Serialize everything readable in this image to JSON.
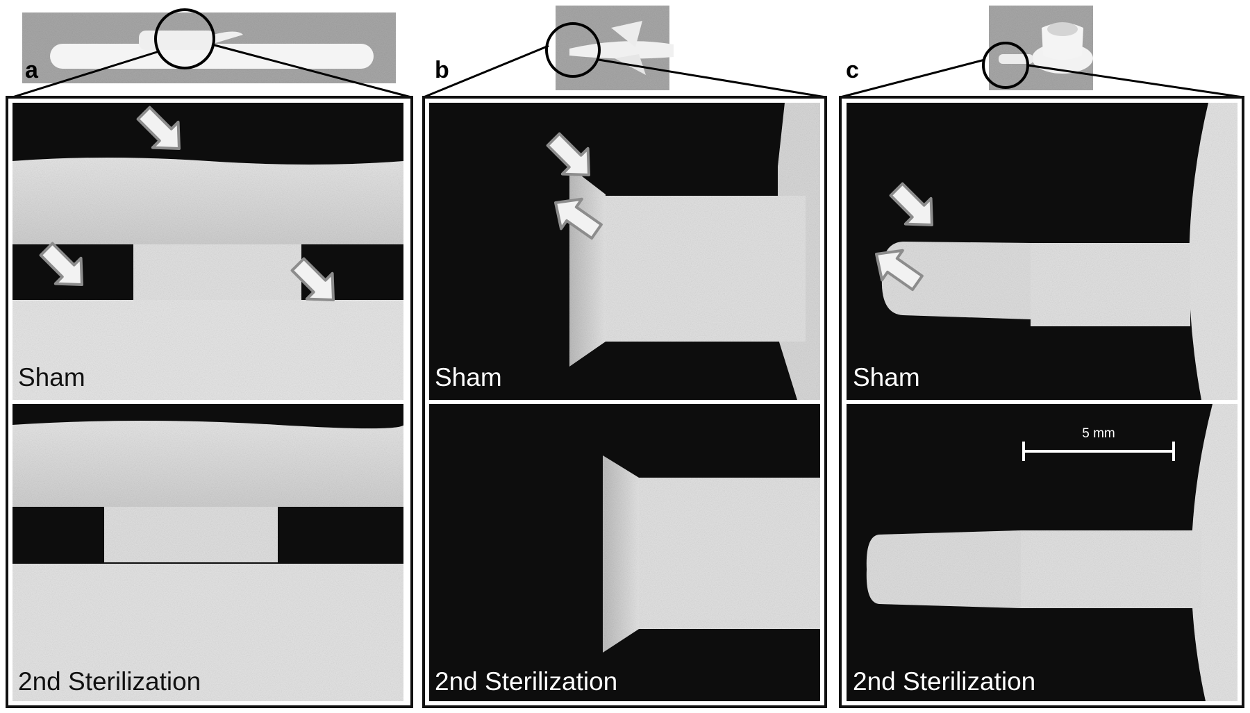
{
  "figure": {
    "panels": [
      {
        "label": "a",
        "top_caption": "Sham",
        "bottom_caption": "2nd Sterilization"
      },
      {
        "label": "b",
        "top_caption": "Sham",
        "bottom_caption": "2nd Sterilization"
      },
      {
        "label": "c",
        "top_caption": "Sham",
        "bottom_caption": "2nd Sterilization"
      }
    ],
    "scale_bar": {
      "label": "5 mm"
    },
    "colors": {
      "background": "#ffffff",
      "frame": "#111111",
      "arrow_fill": "#f2f2f2",
      "arrow_stroke": "#8c8c8c",
      "dark_field": "#0d0d0d",
      "part": "#dcdcdc",
      "thumb_bg": "#a9a9a9"
    }
  }
}
